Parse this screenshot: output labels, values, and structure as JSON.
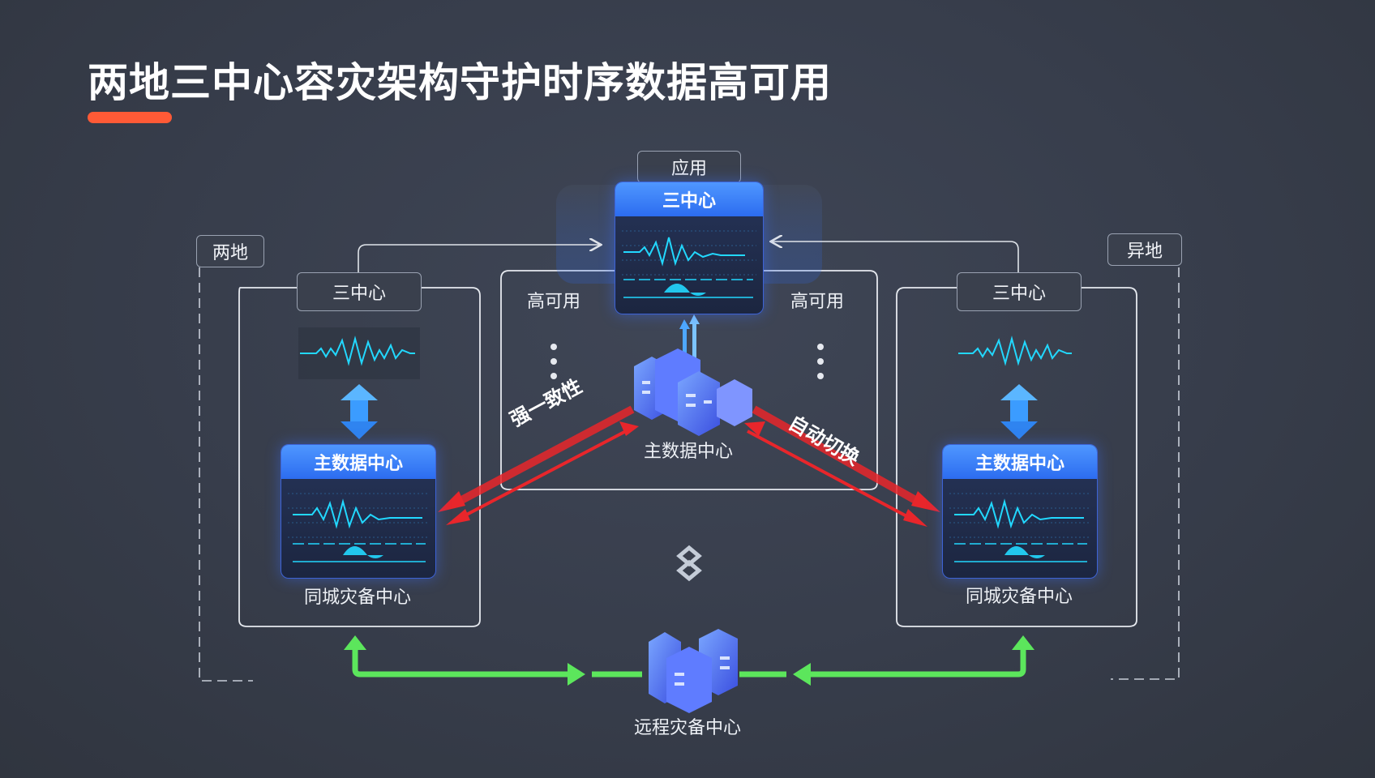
{
  "title": "两地三中心容灾架构守护时序数据高可用",
  "labels": {
    "app": "应用",
    "liangdi": "两地",
    "yidi": "异地",
    "three_center": "三中心",
    "main_dc": "主数据中心",
    "same_city_dr": "同城灾备中心",
    "remote_dr": "远程灾备中心",
    "ha": "高可用",
    "strong_consistency": "强一致性",
    "auto_switch": "自动切换"
  },
  "colors": {
    "accent_bar": "#ff5a36",
    "wave": "#22d8ff",
    "red_arrow": "#e8262b",
    "green_arrow": "#5ce65c",
    "card_header": "#3a7ff6"
  }
}
